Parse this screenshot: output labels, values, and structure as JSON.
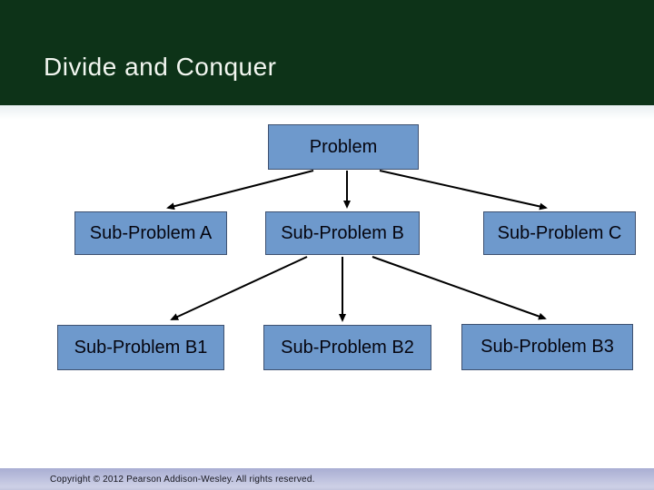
{
  "slide": {
    "title": "Divide and Conquer",
    "copyright": "Copyright © 2012 Pearson Addison-Wesley.  All rights reserved."
  },
  "diagram": {
    "type": "tree",
    "nodes": [
      {
        "id": "problem",
        "label": "Problem",
        "level": 1
      },
      {
        "id": "sub-problem-a",
        "label": "Sub-Problem A",
        "level": 2
      },
      {
        "id": "sub-problem-b",
        "label": "Sub-Problem B",
        "level": 2
      },
      {
        "id": "sub-problem-c",
        "label": "Sub-Problem C",
        "level": 2
      },
      {
        "id": "sub-problem-b1",
        "label": "Sub-Problem B1",
        "level": 3
      },
      {
        "id": "sub-problem-b2",
        "label": "Sub-Problem B2",
        "level": 3
      },
      {
        "id": "sub-problem-b3",
        "label": "Sub-Problem B3",
        "level": 3
      }
    ],
    "edges": [
      {
        "from": "problem",
        "to": "sub-problem-a"
      },
      {
        "from": "problem",
        "to": "sub-problem-b"
      },
      {
        "from": "problem",
        "to": "sub-problem-c"
      },
      {
        "from": "sub-problem-b",
        "to": "sub-problem-b1"
      },
      {
        "from": "sub-problem-b",
        "to": "sub-problem-b2"
      },
      {
        "from": "sub-problem-b",
        "to": "sub-problem-b3"
      }
    ]
  },
  "colors": {
    "header_background": "#0d3318",
    "title_text": "#f2f6f0",
    "node_fill": "#6e99cc",
    "node_border": "#3e5170",
    "node_text": "#05050f",
    "arrow": "#000000",
    "footer_gradient_top": "#a9aed3",
    "footer_gradient_bottom": "#cdd0e6",
    "footer_text": "#16161e"
  }
}
